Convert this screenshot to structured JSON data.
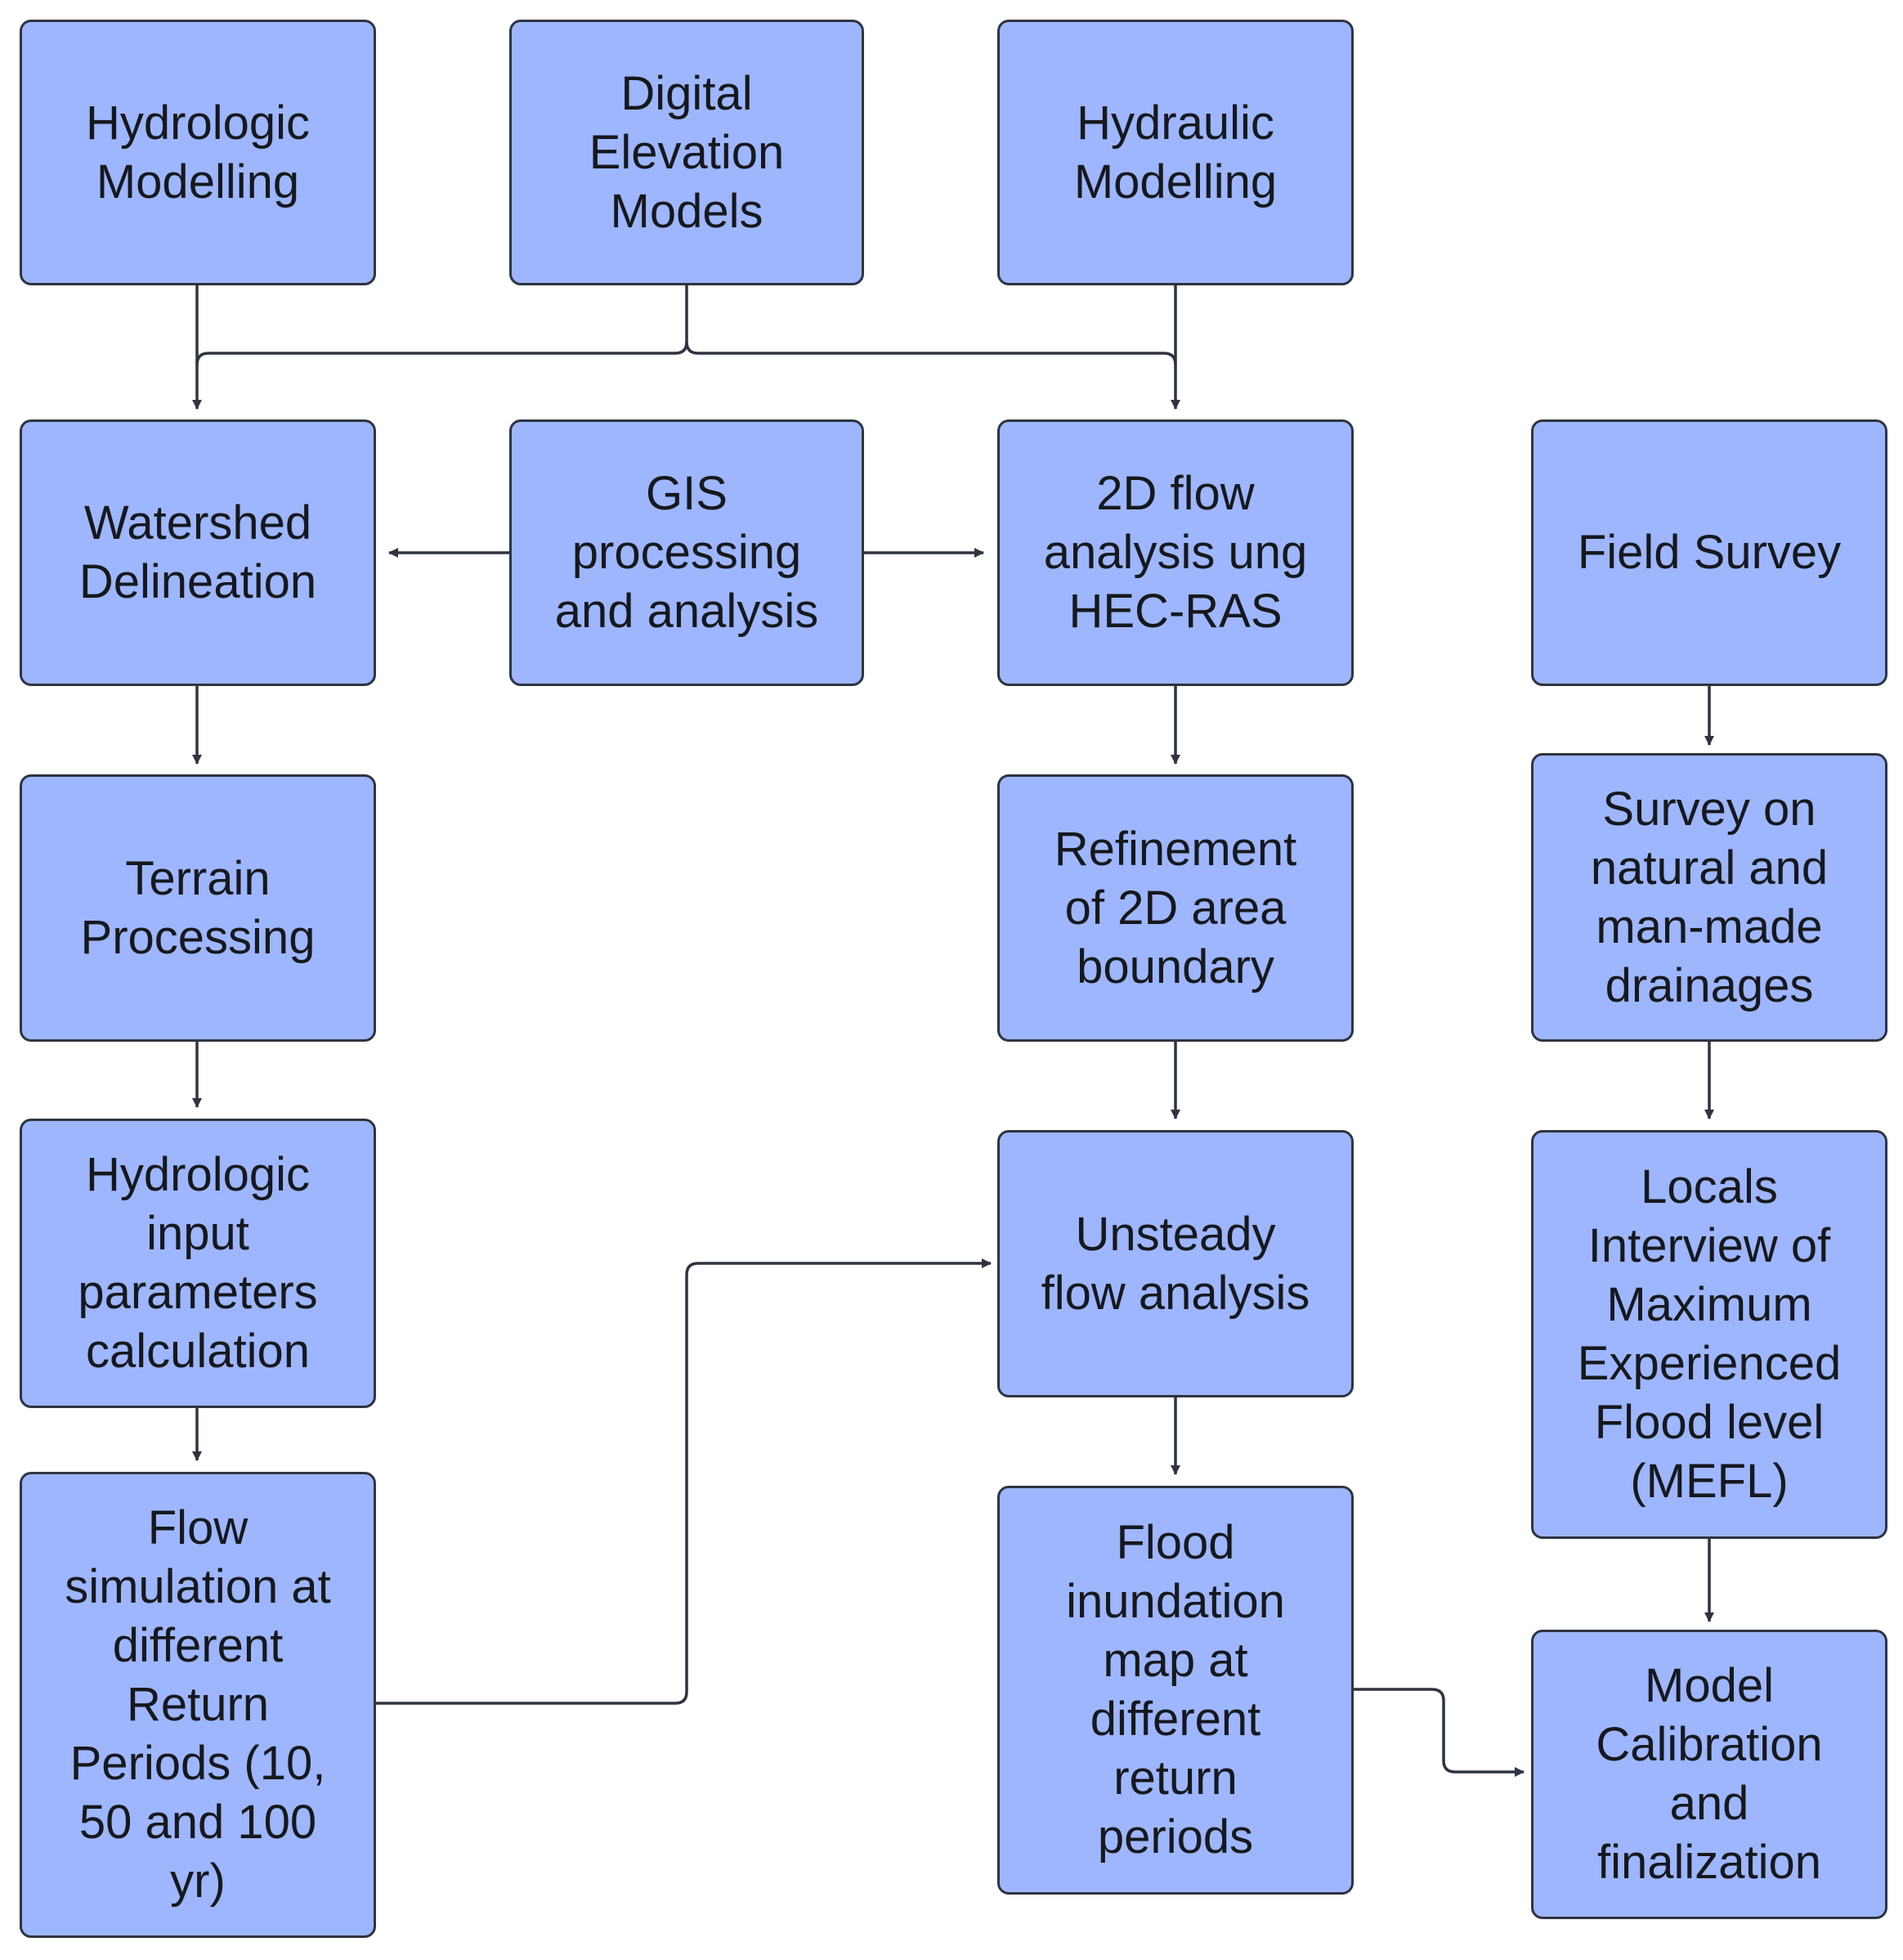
{
  "diagram": {
    "nodes": {
      "hydrologic_modelling": "Hydrologic\nModelling",
      "digital_elevation_models": "Digital\nElevation\nModels",
      "hydraulic_modelling": "Hydraulic\nModelling",
      "watershed_delineation": "Watershed\nDelineation",
      "gis_processing": "GIS\nprocessing\nand analysis",
      "flow_analysis_2d": "2D flow\nanalysis ung\nHEC-RAS",
      "field_survey": "Field Survey",
      "terrain_processing": "Terrain\nProcessing",
      "refinement_2d": "Refinement\nof 2D area\nboundary",
      "survey_drainages": "Survey on\nnatural and\nman-made\ndrainages",
      "hydrologic_input": "Hydrologic\ninput\nparameters\ncalculation",
      "unsteady_flow": "Unsteady\nflow analysis",
      "locals_interview": "Locals\nInterview of\nMaximum\nExperienced\nFlood level\n(MEFL)",
      "flow_simulation": "Flow\nsimulation at\ndifferent\nReturn\nPeriods (10,\n50 and 100\nyr)",
      "flood_inundation_map": "Flood\ninundation\nmap at\ndifferent\nreturn\nperiods",
      "model_calibration": "Model\nCalibration\nand\nfinalization"
    },
    "edges": [
      {
        "from": "hydrologic_modelling",
        "to": "watershed_delineation"
      },
      {
        "from": "digital_elevation_models",
        "to": "watershed_delineation"
      },
      {
        "from": "digital_elevation_models",
        "to": "flow_analysis_2d"
      },
      {
        "from": "hydraulic_modelling",
        "to": "flow_analysis_2d"
      },
      {
        "from": "gis_processing",
        "to": "watershed_delineation"
      },
      {
        "from": "gis_processing",
        "to": "flow_analysis_2d"
      },
      {
        "from": "watershed_delineation",
        "to": "terrain_processing"
      },
      {
        "from": "terrain_processing",
        "to": "hydrologic_input"
      },
      {
        "from": "hydrologic_input",
        "to": "flow_simulation"
      },
      {
        "from": "flow_simulation",
        "to": "unsteady_flow"
      },
      {
        "from": "flow_analysis_2d",
        "to": "refinement_2d"
      },
      {
        "from": "refinement_2d",
        "to": "unsteady_flow"
      },
      {
        "from": "unsteady_flow",
        "to": "flood_inundation_map"
      },
      {
        "from": "flood_inundation_map",
        "to": "model_calibration"
      },
      {
        "from": "field_survey",
        "to": "survey_drainages"
      },
      {
        "from": "survey_drainages",
        "to": "locals_interview"
      },
      {
        "from": "locals_interview",
        "to": "model_calibration"
      }
    ]
  }
}
